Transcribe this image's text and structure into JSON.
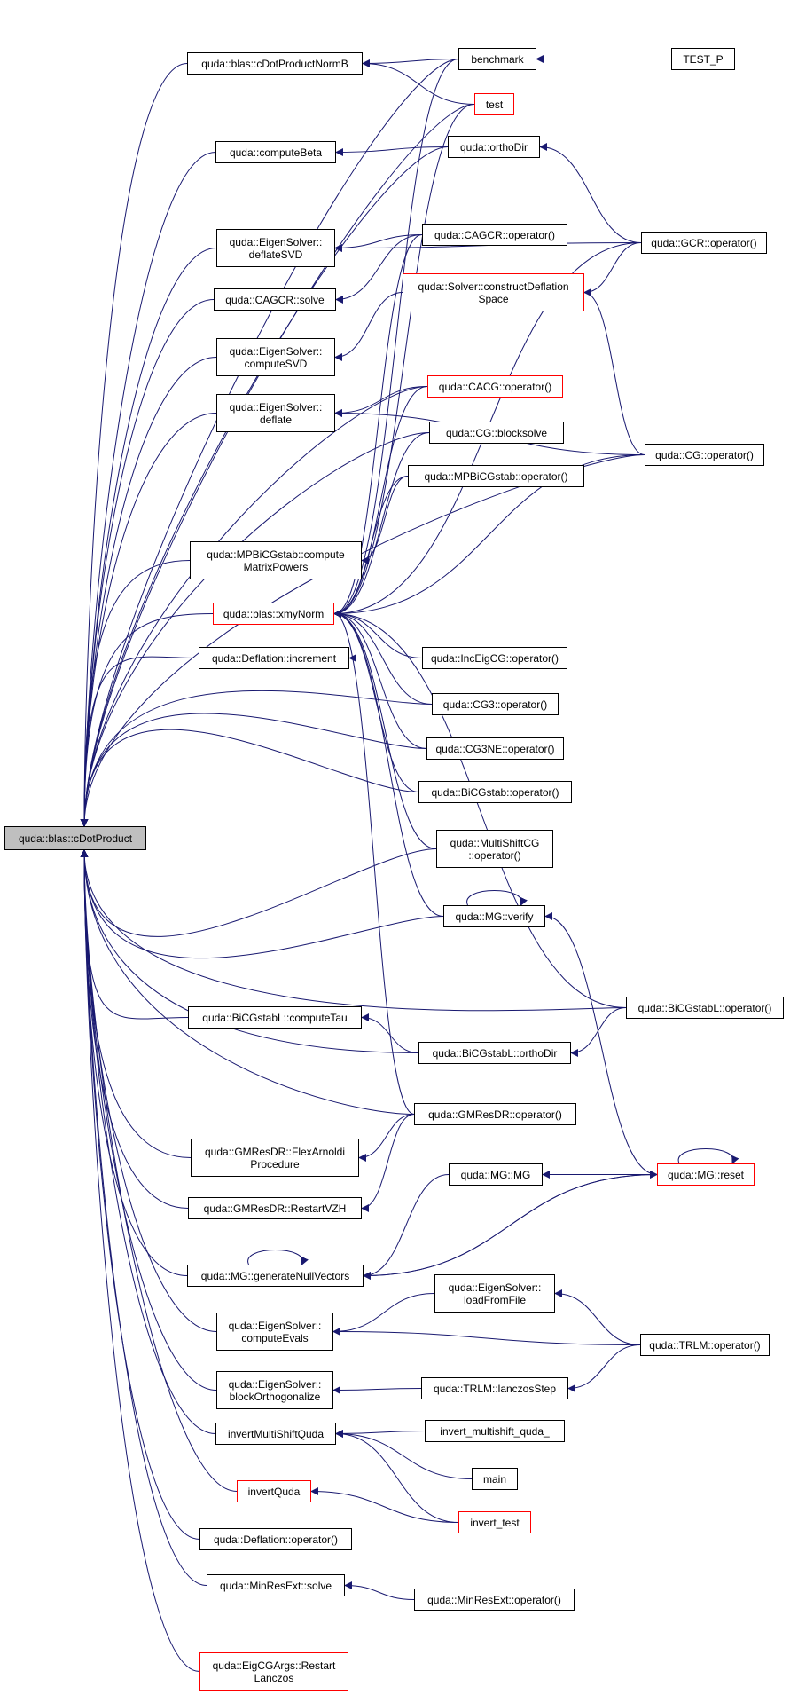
{
  "diagram": {
    "type": "call-graph",
    "edge_color": "#191970",
    "highlight_border": "#ff0000",
    "root_fill": "#bfbfbf",
    "nodes": [
      {
        "id": "root",
        "label": "quda::blas::cDotProduct",
        "style": "root"
      },
      {
        "id": "cdpnb",
        "label": "quda::blas::cDotProductNormB",
        "style": "normal"
      },
      {
        "id": "benchmark",
        "label": "benchmark",
        "style": "normal"
      },
      {
        "id": "testp",
        "label": "TEST_P",
        "style": "normal"
      },
      {
        "id": "test",
        "label": "test",
        "style": "red"
      },
      {
        "id": "computebeta",
        "label": "quda::computeBeta",
        "style": "normal"
      },
      {
        "id": "orthodir",
        "label": "quda::orthoDir",
        "style": "normal"
      },
      {
        "id": "deflatesvd",
        "label": "quda::EigenSolver::\ndeflateSVD",
        "style": "normal"
      },
      {
        "id": "cagcrop",
        "label": "quda::CAGCR::operator()",
        "style": "normal"
      },
      {
        "id": "gcrop",
        "label": "quda::GCR::operator()",
        "style": "normal"
      },
      {
        "id": "cagcrsolve",
        "label": "quda::CAGCR::solve",
        "style": "normal"
      },
      {
        "id": "cds",
        "label": "quda::Solver::constructDeflation\nSpace",
        "style": "red"
      },
      {
        "id": "computesvd",
        "label": "quda::EigenSolver::\ncomputeSVD",
        "style": "normal"
      },
      {
        "id": "deflate",
        "label": "quda::EigenSolver::\ndeflate",
        "style": "normal"
      },
      {
        "id": "cacgop",
        "label": "quda::CACG::operator()",
        "style": "red"
      },
      {
        "id": "cgblock",
        "label": "quda::CG::blocksolve",
        "style": "normal"
      },
      {
        "id": "cgop",
        "label": "quda::CG::operator()",
        "style": "normal"
      },
      {
        "id": "mpbicgop",
        "label": "quda::MPBiCGstab::operator()",
        "style": "normal"
      },
      {
        "id": "mpbicgcmp",
        "label": "quda::MPBiCGstab::compute\nMatrixPowers",
        "style": "normal"
      },
      {
        "id": "xmynorm",
        "label": "quda::blas::xmyNorm",
        "style": "red"
      },
      {
        "id": "deflinc",
        "label": "quda::Deflation::increment",
        "style": "normal"
      },
      {
        "id": "inceigcg",
        "label": "quda::IncEigCG::operator()",
        "style": "normal"
      },
      {
        "id": "cg3op",
        "label": "quda::CG3::operator()",
        "style": "normal"
      },
      {
        "id": "cg3neop",
        "label": "quda::CG3NE::operator()",
        "style": "normal"
      },
      {
        "id": "bicgop",
        "label": "quda::BiCGstab::operator()",
        "style": "normal"
      },
      {
        "id": "mscg",
        "label": "quda::MultiShiftCG\n::operator()",
        "style": "normal"
      },
      {
        "id": "mgverify",
        "label": "quda::MG::verify",
        "style": "normal"
      },
      {
        "id": "bicglop",
        "label": "quda::BiCGstabL::operator()",
        "style": "normal"
      },
      {
        "id": "bicgltau",
        "label": "quda::BiCGstabL::computeTau",
        "style": "normal"
      },
      {
        "id": "bicglortho",
        "label": "quda::BiCGstabL::orthoDir",
        "style": "normal"
      },
      {
        "id": "gmresop",
        "label": "quda::GMResDR::operator()",
        "style": "normal"
      },
      {
        "id": "gmresfa",
        "label": "quda::GMResDR::FlexArnoldi\nProcedure",
        "style": "normal"
      },
      {
        "id": "mgmg",
        "label": "quda::MG::MG",
        "style": "normal"
      },
      {
        "id": "mgreset",
        "label": "quda::MG::reset",
        "style": "red"
      },
      {
        "id": "gmresvzh",
        "label": "quda::GMResDR::RestartVZH",
        "style": "normal"
      },
      {
        "id": "mggen",
        "label": "quda::MG::generateNullVectors",
        "style": "normal"
      },
      {
        "id": "loadfile",
        "label": "quda::EigenSolver::\nloadFromFile",
        "style": "normal"
      },
      {
        "id": "compevals",
        "label": "quda::EigenSolver::\ncomputeEvals",
        "style": "normal"
      },
      {
        "id": "trlmop",
        "label": "quda::TRLM::operator()",
        "style": "normal"
      },
      {
        "id": "blockortho",
        "label": "quda::EigenSolver::\nblockOrthogonalize",
        "style": "normal"
      },
      {
        "id": "lanczos",
        "label": "quda::TRLM::lanczosStep",
        "style": "normal"
      },
      {
        "id": "invmsq",
        "label": "invertMultiShiftQuda",
        "style": "normal"
      },
      {
        "id": "invms_",
        "label": "invert_multishift_quda_",
        "style": "normal"
      },
      {
        "id": "main",
        "label": "main",
        "style": "normal"
      },
      {
        "id": "invquda",
        "label": "invertQuda",
        "style": "red"
      },
      {
        "id": "invtest",
        "label": "invert_test",
        "style": "red"
      },
      {
        "id": "deflop",
        "label": "quda::Deflation::operator()",
        "style": "normal"
      },
      {
        "id": "minsolve",
        "label": "quda::MinResExt::solve",
        "style": "normal"
      },
      {
        "id": "minop",
        "label": "quda::MinResExt::operator()",
        "style": "normal"
      },
      {
        "id": "eigcgrl",
        "label": "quda::EigCGArgs::Restart\nLanczos",
        "style": "red"
      }
    ],
    "edges": [
      [
        "cdpnb",
        "root"
      ],
      [
        "benchmark",
        "root"
      ],
      [
        "test",
        "root"
      ],
      [
        "computebeta",
        "root"
      ],
      [
        "orthodir",
        "root"
      ],
      [
        "deflatesvd",
        "root"
      ],
      [
        "cagcrsolve",
        "root"
      ],
      [
        "computesvd",
        "root"
      ],
      [
        "deflate",
        "root"
      ],
      [
        "cacgop",
        "root"
      ],
      [
        "cgblock",
        "root"
      ],
      [
        "mpbicgcmp",
        "root"
      ],
      [
        "xmynorm",
        "root"
      ],
      [
        "deflinc",
        "root"
      ],
      [
        "cg3op",
        "root"
      ],
      [
        "cg3neop",
        "root"
      ],
      [
        "bicgop",
        "root"
      ],
      [
        "mscg",
        "root"
      ],
      [
        "mgverify",
        "root"
      ],
      [
        "cgop",
        "root"
      ],
      [
        "bicglop",
        "root"
      ],
      [
        "bicgltau",
        "root"
      ],
      [
        "bicglortho",
        "root"
      ],
      [
        "gmresop",
        "root"
      ],
      [
        "gmresfa",
        "root"
      ],
      [
        "gmresvzh",
        "root"
      ],
      [
        "mggen",
        "root"
      ],
      [
        "compevals",
        "root"
      ],
      [
        "blockortho",
        "root"
      ],
      [
        "invmsq",
        "root"
      ],
      [
        "invquda",
        "root"
      ],
      [
        "deflop",
        "root"
      ],
      [
        "minsolve",
        "root"
      ],
      [
        "eigcgrl",
        "root"
      ],
      [
        "benchmark",
        "cdpnb"
      ],
      [
        "test",
        "cdpnb"
      ],
      [
        "testp",
        "benchmark"
      ],
      [
        "orthodir",
        "computebeta"
      ],
      [
        "gcrop",
        "orthodir"
      ],
      [
        "gcrop",
        "deflatesvd"
      ],
      [
        "cagcrop",
        "deflatesvd"
      ],
      [
        "cagcrop",
        "cagcrsolve"
      ],
      [
        "gcrop",
        "cds"
      ],
      [
        "cgop",
        "cds"
      ],
      [
        "cds",
        "computesvd"
      ],
      [
        "cgop",
        "deflate"
      ],
      [
        "cacgop",
        "deflate"
      ],
      [
        "mpbicgop",
        "mpbicgcmp"
      ],
      [
        "benchmark",
        "xmynorm"
      ],
      [
        "test",
        "xmynorm"
      ],
      [
        "cagcrop",
        "xmynorm"
      ],
      [
        "cacgop",
        "xmynorm"
      ],
      [
        "cgblock",
        "xmynorm"
      ],
      [
        "mpbicgop",
        "xmynorm"
      ],
      [
        "cgop",
        "xmynorm"
      ],
      [
        "gcrop",
        "xmynorm"
      ],
      [
        "inceigcg",
        "xmynorm"
      ],
      [
        "cg3op",
        "xmynorm"
      ],
      [
        "cg3neop",
        "xmynorm"
      ],
      [
        "bicgop",
        "xmynorm"
      ],
      [
        "mscg",
        "xmynorm"
      ],
      [
        "mgverify",
        "xmynorm"
      ],
      [
        "bicglop",
        "xmynorm"
      ],
      [
        "gmresop",
        "xmynorm"
      ],
      [
        "inceigcg",
        "deflinc"
      ],
      [
        "mgverify",
        "mgverify"
      ],
      [
        "mgreset",
        "mgverify"
      ],
      [
        "bicglop",
        "bicglortho"
      ],
      [
        "bicglortho",
        "bicgltau"
      ],
      [
        "gmresop",
        "gmresfa"
      ],
      [
        "gmresop",
        "gmresvzh"
      ],
      [
        "mgreset",
        "mgmg"
      ],
      [
        "mgmg",
        "mgreset"
      ],
      [
        "mgreset",
        "mgreset"
      ],
      [
        "mgmg",
        "mggen"
      ],
      [
        "mgreset",
        "mggen"
      ],
      [
        "mggen",
        "mgreset"
      ],
      [
        "mggen",
        "mggen"
      ],
      [
        "loadfile",
        "compevals"
      ],
      [
        "trlmop",
        "compevals"
      ],
      [
        "trlmop",
        "loadfile"
      ],
      [
        "lanczos",
        "blockortho"
      ],
      [
        "trlmop",
        "lanczos"
      ],
      [
        "invms_",
        "invmsq"
      ],
      [
        "main",
        "invmsq"
      ],
      [
        "invtest",
        "invmsq"
      ],
      [
        "invtest",
        "invquda"
      ],
      [
        "minop",
        "minsolve"
      ]
    ]
  }
}
